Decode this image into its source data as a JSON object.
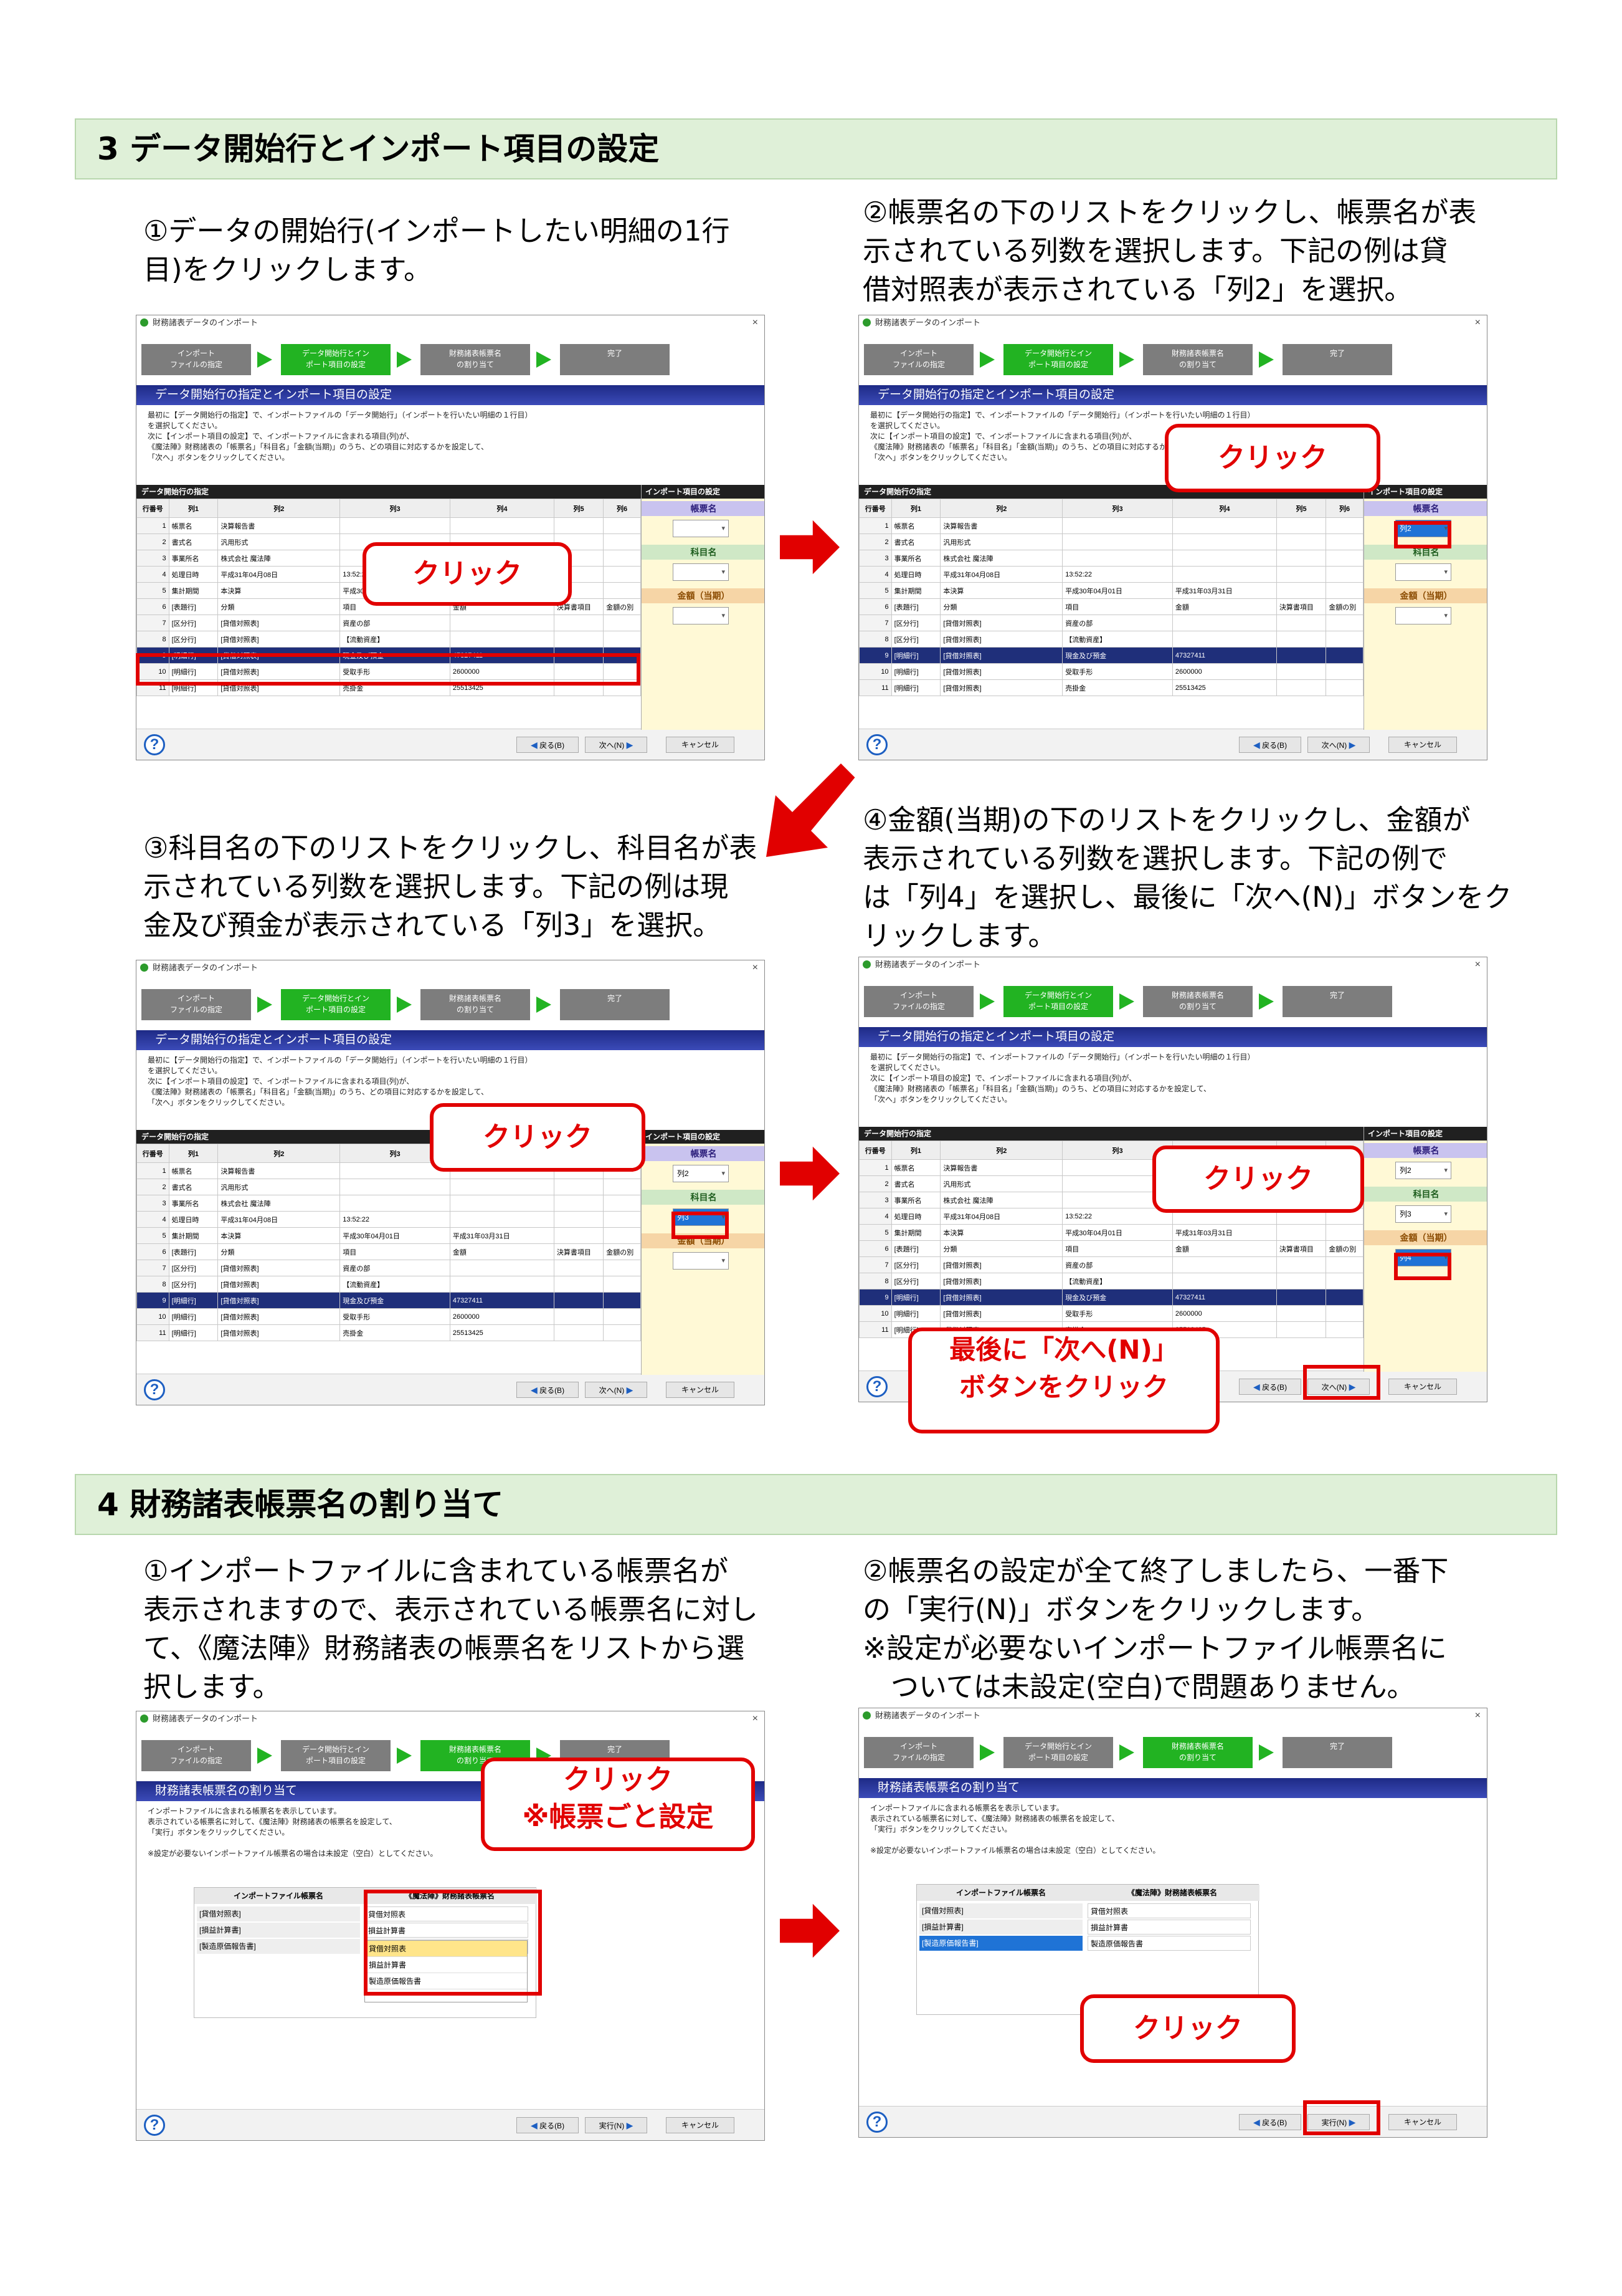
{
  "section3": {
    "title": "3 データ開始行とインポート項目の設定"
  },
  "section4": {
    "title": "4 財務諸表帳票名の割り当て"
  },
  "steps": {
    "s3_1": "①データの開始行(インポートしたい明細の1行\n目)をクリックします。",
    "s3_2": "②帳票名の下のリストをクリックし、帳票名が表\n示されている列数を選択します。下記の例は貸\n借対照表が表示されている「列2」を選択。",
    "s3_3": "③科目名の下のリストをクリックし、科目名が表\n示されている列数を選択します。下記の例は現\n金及び預金が表示されている「列3」を選択。",
    "s3_4": "④金額(当期)の下のリストをクリックし、金額が\n表示されている列数を選択します。下記の例で\nは「列4」を選択し、最後に「次へ(N)」ボタンをク\nリックします。",
    "s4_1": "①インポートファイルに含まれている帳票名が\n表示されますので、表示されている帳票名に対し\nて、《魔法陣》財務諸表の帳票名をリストから選\n択します。",
    "s4_2": "②帳票名の設定が全て終了しましたら、一番下\nの「実行(N)」ボタンをクリックします。\n※設定が必要ないインポートファイル帳票名に\n　ついては未設定(空白)で問題ありません。"
  },
  "window": {
    "title": "財務諸表データのインポート",
    "close": "×",
    "help": "?",
    "wizard": [
      "インポート\nファイルの指定",
      "データ開始行とイン\nポート項目の設定",
      "財務諸表帳票名\nの割り当て",
      "完了"
    ],
    "band_step3": "データ開始行の指定とインポート項目の設定",
    "band_step4": "財務諸表帳票名の割り当て",
    "desc_step3": "最初に【データ開始行の指定】で、インポートファイルの「データ開始行」（インポートを行いたい明細の１行目）\nを選択してください。\n次に【インポート項目の設定】で、インポートファイルに含まれる項目(列)が、\n《魔法陣》財務諸表の「帳票名」「科目名」「金額(当期)」のうち、どの項目に対応するかを設定して、\n「次へ」ボタンをクリックしてください。",
    "desc_step4": "インポートファイルに含まれる帳票名を表示しています。\n表示されている帳票名に対して、《魔法陣》財務諸表の帳票名を設定して、\n「実行」ボタンをクリックしてください。\n\n※設定が必要ないインポートファイル帳票名の場合は未設定（空白）としてください。",
    "data_header": "データ開始行の指定",
    "item_header": "インポート項目の設定",
    "label_form": "帳票名",
    "label_subject": "科目名",
    "label_amount": "金額（当期）",
    "btn_back": "戻る(B)",
    "btn_next": "次へ(N)",
    "btn_exec": "実行(N)",
    "btn_cancel": "キャンセル"
  },
  "grid": {
    "headers": [
      "行番号",
      "列1",
      "列2",
      "列3",
      "列4",
      "列5",
      "列6"
    ],
    "rows": [
      [
        "1",
        "帳票名",
        "決算報告書",
        "",
        "",
        "",
        ""
      ],
      [
        "2",
        "書式名",
        "汎用形式",
        "",
        "",
        "",
        ""
      ],
      [
        "3",
        "事業所名",
        "株式会社 魔法陣",
        "",
        "",
        "",
        ""
      ],
      [
        "4",
        "処理日時",
        "平成31年04月08日",
        "13:52:22",
        "",
        "",
        ""
      ],
      [
        "5",
        "集計期間",
        "本決算",
        "平成30年04月01日",
        "平成31年03月31日",
        "",
        ""
      ],
      [
        "6",
        "[表題行]",
        "分類",
        "項目",
        "金額",
        "決算書項目",
        "金額の別"
      ],
      [
        "7",
        "[区分行]",
        "[貸借対照表]",
        "資産の部",
        "",
        "",
        ""
      ],
      [
        "8",
        "[区分行]",
        "[貸借対照表]",
        "【流動資産】",
        "",
        "",
        ""
      ],
      [
        "9",
        "[明細行]",
        "[貸借対照表]",
        "現金及び預金",
        "47327411",
        "",
        ""
      ],
      [
        "10",
        "[明細行]",
        "[貸借対照表]",
        "受取手形",
        "2600000",
        "",
        ""
      ],
      [
        "11",
        "[明細行]",
        "[貸借対照表]",
        "売掛金",
        "25513425",
        "",
        ""
      ]
    ]
  },
  "dropdowns": {
    "col2": "列2",
    "col3": "列3",
    "col4": "列4"
  },
  "mapping": {
    "header_import": "インポートファイル帳票名",
    "header_magic": "《魔法陣》財務諸表帳票名",
    "rows": [
      {
        "import": "[貸借対照表]",
        "magic": "貸借対照表"
      },
      {
        "import": "[損益計算書]",
        "magic": "損益計算書"
      },
      {
        "import": "[製造原価報告書]",
        "magic": "製造原価報告書"
      }
    ],
    "options": [
      "貸借対照表",
      "損益計算書",
      "製造原価報告書"
    ]
  },
  "callouts": {
    "click": "クリック",
    "per_form": "クリック\n※帳票ごと設定",
    "last_next": "最後に「次へ(N)」\nボタンをクリック"
  },
  "colors": {
    "red": "#e10000",
    "green": "#22b322",
    "navy": "#1f2f7a"
  }
}
